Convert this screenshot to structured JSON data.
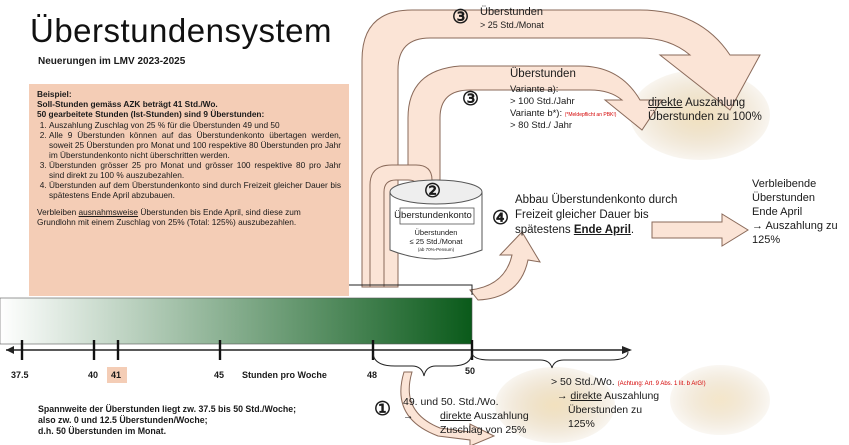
{
  "title": "Überstundensystem",
  "subtitle": "Neuerungen im LMV 2023-2025",
  "example": {
    "heading": "Beispiel:",
    "line1": "Soll-Stunden gemäss AZK beträgt 41 Std./Wo.",
    "line2": "50 gearbeitete Stunden (Ist-Stunden) sind 9 Überstunden:",
    "items": [
      "Auszahlung Zuschlag von 25 % für die Überstunden 49 und 50",
      "Alle 9 Überstunden können auf das Überstundenkonto übertagen werden, soweit 25 Überstunden pro Monat und 100 respektive 80 Überstunden pro Jahr im Überstundenkonto nicht überschritten werden.",
      "Überstunden grösser 25 pro Monat und grösser 100 respektive 80 pro Jahr sind direkt zu 100 % auszubezahlen.",
      "Überstunden auf dem Überstundenkonto sind durch Freizeit gleicher Dauer bis spätestens Ende April abzubauen."
    ],
    "note_pre": "Verbleiben ",
    "note_underline": "ausnahmsweise",
    "note_post": " Überstunden bis Ende April, sind diese zum Grundlohn mit einem Zuschlag von 25% (Total: 125%) auszubezahlen."
  },
  "flow3_top": {
    "number": "③",
    "line1": "Überstunden",
    "line2": "> 25 Std./Monat"
  },
  "flow3_inner": {
    "number": "③",
    "title": "Überstunden",
    "variant_a": "Variante a):",
    "variant_a_value": "> 100 Std./Jahr",
    "variant_b": "Variante b*):",
    "variant_b_note": "(*Meldepflicht an PBK!)",
    "variant_b_value": "> 80 Std./ Jahr"
  },
  "payout_100": {
    "underline": "direkte",
    "rest": " Auszahlung",
    "line2": "Überstunden zu 100%"
  },
  "account": {
    "number": "②",
    "label": "Überstundenkonto",
    "sub1": "Überstunden",
    "sub2": "≤ 25 Std./Monat",
    "sub3": "(ab 70%-Pensum)"
  },
  "flow4": {
    "number": "④",
    "line1": "Abbau Überstundenkonto durch",
    "line2": "Freizeit gleicher Dauer bis",
    "line3_pre": "spätestens ",
    "line3_bold": "Ende April",
    "line3_post": "."
  },
  "remaining": {
    "line1": "Verbleibende",
    "line2": "Überstunden",
    "line3": "Ende April",
    "line4": "→ Auszahlung zu",
    "line5": "125%"
  },
  "axis": {
    "ticks": [
      "37.5",
      "40",
      "41",
      "45",
      "48",
      "50"
    ],
    "label": "Stunden pro Woche"
  },
  "flow1": {
    "number": "①",
    "line1": "49. und 50. Std./Wo.",
    "arrow": "→",
    "line2_underline": "direkte",
    "line2_rest": " Auszahlung",
    "line3": "Zuschlag von 25%"
  },
  "over50": {
    "line1": "> 50 Std./Wo.",
    "note": "(Achtung: Art. 9 Abs. 1 lit. b ArG!)",
    "arrow": "→",
    "line2_underline": "direkte",
    "line2_rest": " Auszahlung",
    "line3": "Überstunden zu",
    "line4": "125%"
  },
  "footer": {
    "line1": "Spannweite der Überstunden liegt zw. 37.5 bis 50 Std./Woche;",
    "line2": "also zw. 0 und 12.5 Überstunden/Woche;",
    "line3": "d.h. 50 Überstunden im Monat."
  },
  "colors": {
    "arrow_fill": "#fbe4d6",
    "arrow_stroke": "#8a6a5a",
    "box_fill": "#f4cdb6",
    "bar_dark": "#0a5a1a",
    "bar_light": "#ffffff",
    "red": "#d40000"
  }
}
